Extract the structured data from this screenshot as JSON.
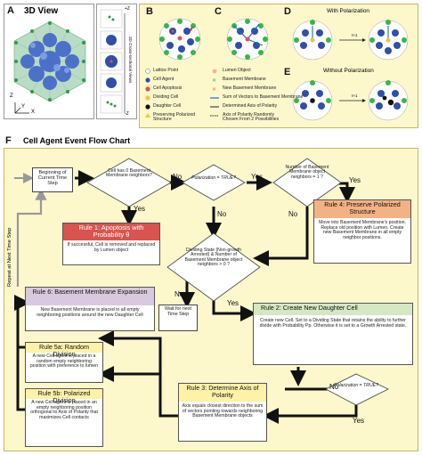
{
  "panels": {
    "A": {
      "letter": "A",
      "title": "3D View",
      "axes": {
        "z": "Z",
        "x": "X",
        "y": "Y"
      },
      "side_label": "2D Cross-sectional Views",
      "side_axes": [
        "+Z",
        "-Z"
      ]
    },
    "B": {
      "letter": "B"
    },
    "C": {
      "letter": "C"
    },
    "D": {
      "letter": "D",
      "title": "With Polarization",
      "arrow_label": "t+1"
    },
    "E": {
      "letter": "E",
      "title": "Without Polarization",
      "arrow_label": "t+1"
    },
    "F": {
      "letter": "F",
      "title": "Cell Agent Event Flow Chart"
    }
  },
  "legend": {
    "left": [
      "Lattice Point",
      "Cell Agent",
      "Cell Apoptosis",
      "Dividing Cell",
      "Daughter Cell",
      "Preserving Polarized Structure"
    ],
    "right": [
      "Lumen Object",
      "Basement Membrane",
      "New Basement Membrane",
      "Sum of Vectors to Basement Membrane",
      "Determined Axis of Polarity",
      "Axis of Polarity Randomly Chosen From 2 Possibilities"
    ]
  },
  "flow": {
    "start": "Beginning of Current Time Step",
    "d1": "Cell has 0 Basement Membrane neighbors?",
    "d2": "Polarization = TRUE?",
    "d3": "Number of Basement Membrane object neighbors = 1 ?",
    "d4": "Dividing State (Non-growth Arrested) & Number of Basement Membrane object neighbors > 0 ?",
    "d5": "Polarization = TRUE?",
    "yes": "Yes",
    "no": "No",
    "wait": "Wait for next Time Step",
    "repeat": "Repeat at Next Time Step",
    "rule1": {
      "title": "Rule 1: Apoptosis with Probability θ",
      "body": "If successful, Cell is removed and replaced by Lumen object"
    },
    "rule4": {
      "title": "Rule 4: Preserve Polarized Structure",
      "body": "Move into Basement Membrane's position. Replace old position with Lumen. Create new Basement Membrane in all empty neighbor positions."
    },
    "rule6": {
      "title": "Rule 6: Basement Membrane Expansion",
      "body": "New Basement Membrane is placed in all empty neighboring positions around the new Daughter Cell"
    },
    "rule2": {
      "title": "Rule 2: Create New Daughter Cell",
      "body": "Create new Cell. Set to a Dividing State that retains the ability to further divide with Probability Pp. Otherwise it is set to a Growth Arrested state."
    },
    "rule5a": {
      "title": "Rule 5a: Random Division",
      "body": "A new Cell agent is placed in a random empty neighboring position with preference to lumen"
    },
    "rule5b": {
      "title": "Rule 5b: Polarized Division",
      "body": "A new Cell agent is placed in an empty neighboring position orthogonal to Axis of Polarity that maximizes Cell contacts"
    },
    "rule3": {
      "title": "Rule 3: Determine Axis of Polarity",
      "body": "Axis equals closest direction to the sum of vectors pointing towards neighboring Basement Membrane objects"
    }
  },
  "colors": {
    "panel_bg": "#fdf7cc",
    "panel_border": "#c9b75a",
    "rule1": "#d9534f",
    "rule4": "#f4b183",
    "rule6": "#d9c9de",
    "rule2": "#d5e8c4",
    "rule5": "#fff2a8",
    "rule3": "#fff2a8",
    "cell_blue": "#2f4fa8",
    "membrane_green": "#39b54a"
  }
}
